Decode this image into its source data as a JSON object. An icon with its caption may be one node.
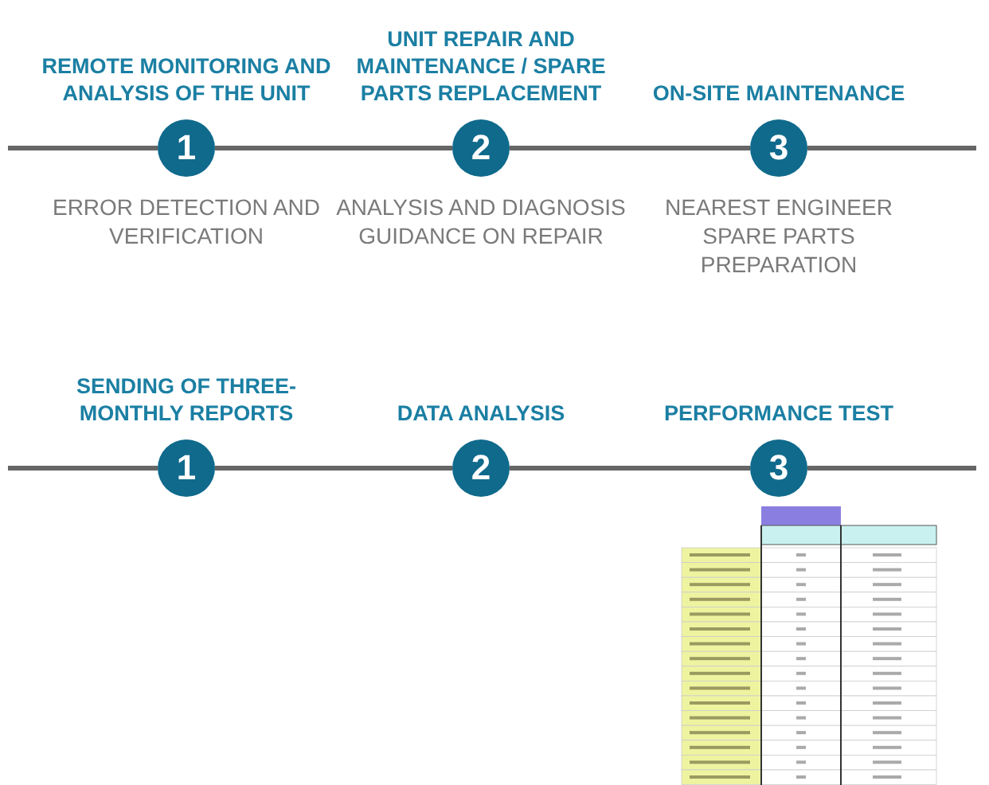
{
  "diagram": {
    "nodes": [
      {
        "text": [
          "REMOTE MONITORING AND ANALYSIS OF THE UNIT",
          "1"
        ],
        "beside": [
          "ERROR DETECTION AND VERIFICATION"
        ]
      },
      {
        "text": [
          "UNIT REPAIR AND MAINTENANCE / SPARE PARTS REPLACEMENT",
          "2"
        ],
        "beside": [
          "ANALYSIS AND DIAGNOSIS GUIDANCE ON REPAIR"
        ]
      },
      {
        "text": [
          "ON-SITE MAINTENANCE",
          "3"
        ],
        "beside": [
          "NEAREST ENGINEER SPARE PARTS PREPARATION"
        ]
      },
      {
        "text": [
          "SENDING OF THREE-MONTHLY REPORTS",
          "1"
        ]
      },
      {
        "text": [
          "DATA ANALYSIS",
          "2"
        ]
      },
      {
        "text": [
          "PERFORMANCE TEST",
          "3"
        ]
      }
    ],
    "edges": [
      {
        "from": null,
        "to": 0,
        "arrow": "none"
      },
      {
        "from": 0,
        "to": 1,
        "arrow": "none"
      },
      {
        "from": 1,
        "to": 2,
        "arrow": "none"
      },
      {
        "from": 2,
        "to": null,
        "arrow": "none"
      },
      {
        "from": null,
        "to": 3,
        "arrow": "none"
      },
      {
        "from": 3,
        "to": 4,
        "arrow": "none"
      },
      {
        "from": 4,
        "to": 5,
        "arrow": "none"
      },
      {
        "from": 5,
        "to": null,
        "arrow": "none"
      }
    ]
  }
}
